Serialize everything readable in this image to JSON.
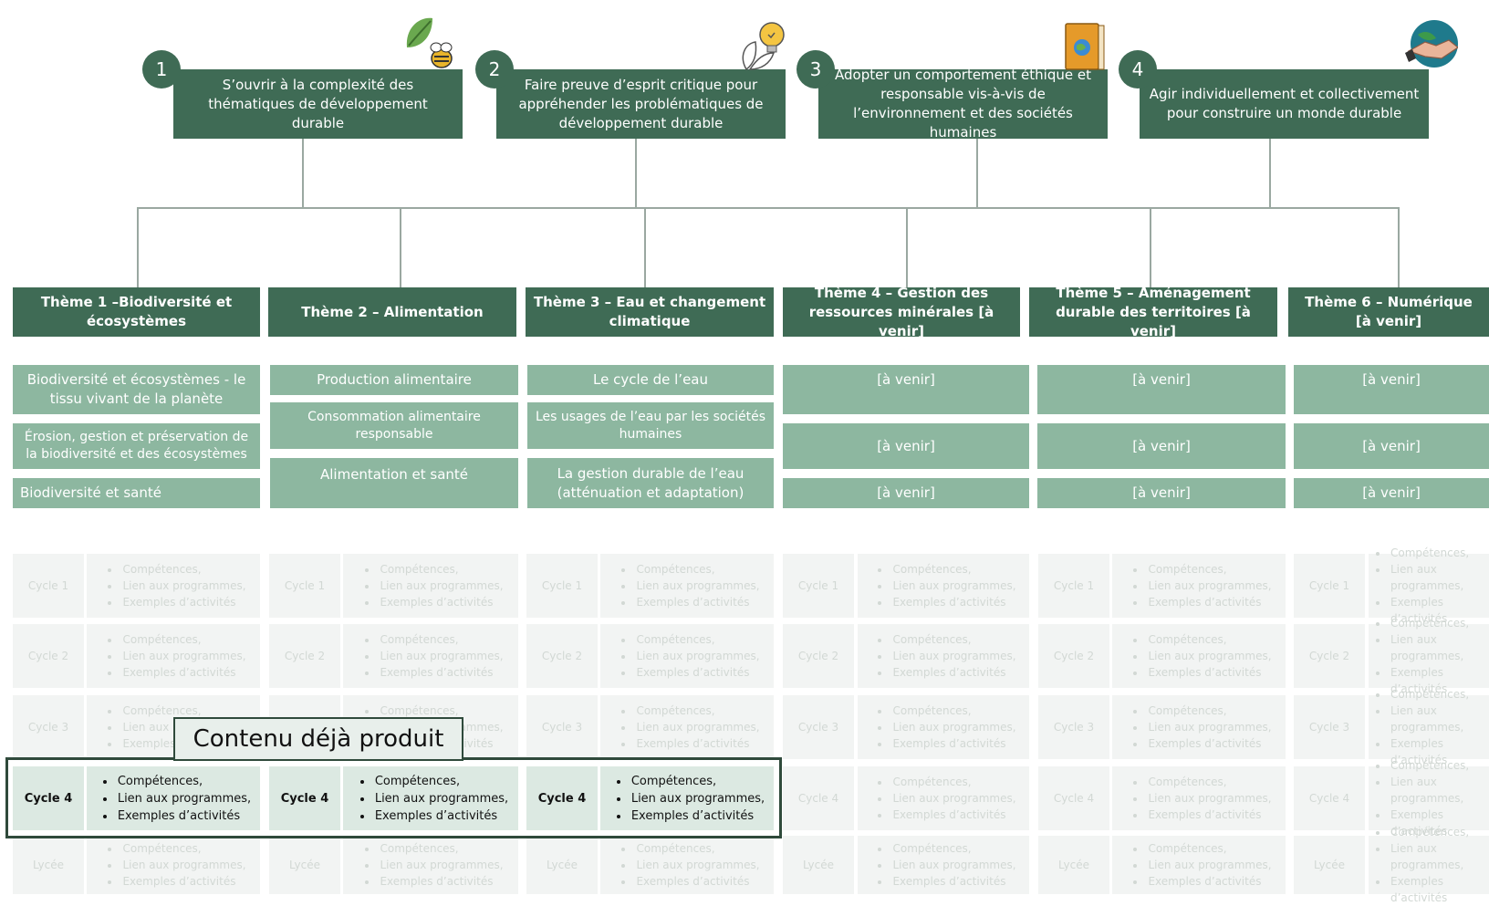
{
  "competencies": [
    {
      "number": "1",
      "text": "S’ouvrir à la complexité des thématiques de développement durable"
    },
    {
      "number": "2",
      "text": "Faire preuve d’esprit critique pour appréhender les problématiques de développement durable"
    },
    {
      "number": "3",
      "text": "Adopter un comportement éthique et responsable vis-à-vis de l’environnement et des sociétés humaines"
    },
    {
      "number": "4",
      "text": "Agir individuellement et collectivement pour construire un monde durable"
    }
  ],
  "icons": [
    "leaf-bee-icon",
    "plant-lightbulb-icon",
    "book-globe-icon",
    "handshake-globe-icon"
  ],
  "themes": [
    {
      "title": "Thème 1 –Biodiversité et écosystèmes",
      "subs": [
        "Biodiversité et écosystèmes - le tissu vivant de la planète",
        "Érosion, gestion et préservation de la biodiversité et des écosystèmes",
        "Biodiversité et santé"
      ]
    },
    {
      "title": "Thème 2 – Alimentation",
      "subs": [
        "Production alimentaire",
        "Consommation alimentaire responsable",
        "Alimentation et santé"
      ]
    },
    {
      "title": "Thème 3 – Eau et changement climatique",
      "subs": [
        "Le cycle de l’eau",
        "Les usages de l’eau par les sociétés humaines",
        "La gestion durable de l’eau (atténuation et adaptation)"
      ]
    },
    {
      "title": "Thème 4 – Gestion des ressources minérales [à venir]",
      "subs": [
        "[à venir]",
        "[à venir]",
        "[à venir]"
      ]
    },
    {
      "title": "Thème 5 – Aménagement durable des territoires [à venir]",
      "subs": [
        "[à venir]",
        "[à venir]",
        "[à venir]"
      ]
    },
    {
      "title": "Thème 6 – Numérique [à venir]",
      "subs": [
        "[à venir]",
        "[à venir]",
        "[à venir]"
      ]
    }
  ],
  "cycles": [
    "Cycle 1",
    "Cycle 2",
    "Cycle 3",
    "Cycle 4",
    "Lycée"
  ],
  "cycle_items": [
    "Compétences,",
    "Lien aux programmes,",
    "Exemples d’activités"
  ],
  "highlight": {
    "label": "Contenu déjà produit",
    "cycle": "Cycle 4"
  },
  "colors": {
    "dark_green": "#3f6b55",
    "light_green": "#8db7a0",
    "highlight_bg": "#dce9e2"
  }
}
